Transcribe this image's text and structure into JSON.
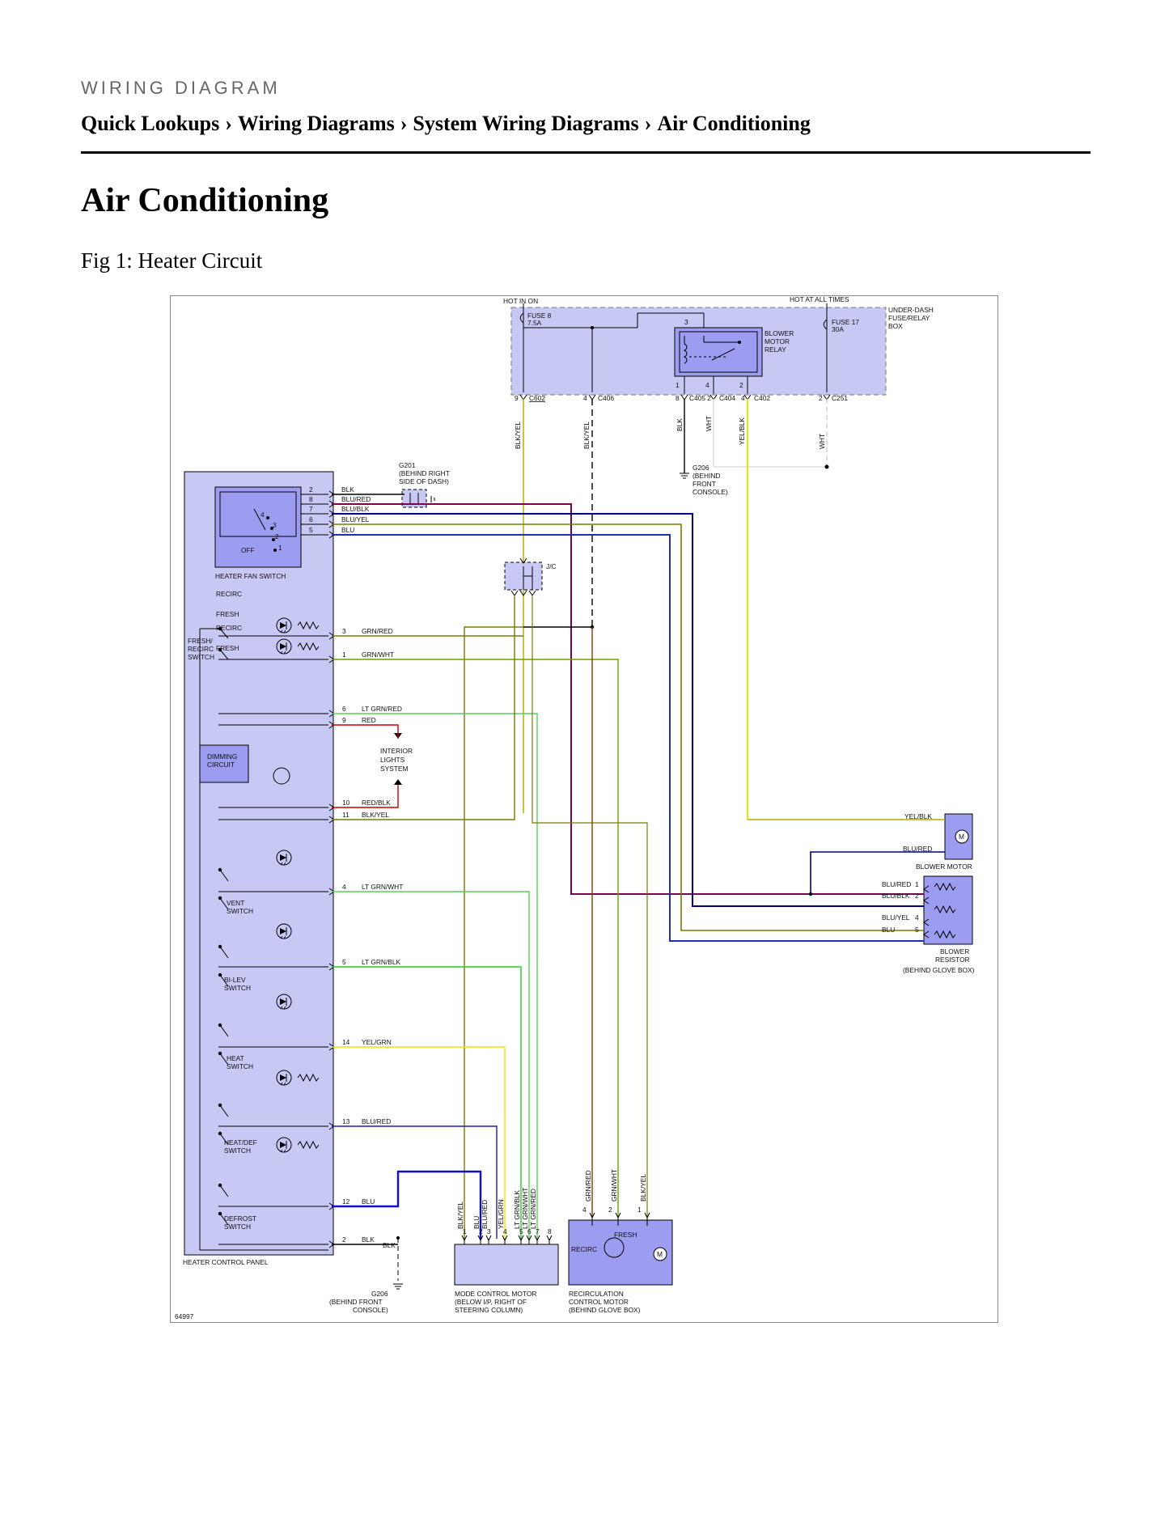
{
  "header": {
    "eyebrow": "WIRING DIAGRAM",
    "breadcrumb": [
      "Quick Lookups",
      "Wiring Diagrams",
      "System Wiring Diagrams",
      "Air Conditioning"
    ],
    "separator": "›"
  },
  "page": {
    "title": "Air Conditioning",
    "figure_caption": "Fig 1: Heater Circuit"
  },
  "diagram": {
    "figure_id": "64997",
    "fuse_box": {
      "hot_in_on": "HOT IN ON",
      "hot_at_all_times": "HOT AT ALL TIMES",
      "name": [
        "UNDER-DASH",
        "FUSE/RELAY",
        "BOX"
      ],
      "fuse8": [
        "FUSE 8",
        "7.5A"
      ],
      "fuse17": [
        "FUSE 17",
        "30A"
      ],
      "relay": [
        "BLOWER",
        "MOTOR",
        "RELAY"
      ],
      "relay_pins": [
        "3",
        "1",
        "4",
        "2"
      ],
      "connectors": [
        {
          "pin": "9",
          "name": "C602"
        },
        {
          "pin": "4",
          "name": "C406"
        },
        {
          "pin": "8",
          "name": "C405"
        },
        {
          "pin": "2",
          "name": "C404"
        },
        {
          "pin": "4",
          "name": "C402"
        },
        {
          "pin": "2",
          "name": "C251"
        }
      ],
      "wire_labels": [
        "BLK/YEL",
        "BLK/YEL",
        "BLK",
        "WHT",
        "YEL/BLK",
        "WHT"
      ]
    },
    "grounds": {
      "g201": [
        "G201",
        "(BEHIND RIGHT",
        "SIDE OF DASH)"
      ],
      "g206_top": [
        "G206",
        "(BEHIND",
        "FRONT",
        "CONSOLE)"
      ],
      "g206_bottom": [
        "G206",
        "(BEHIND FRONT",
        "CONSOLE)"
      ]
    },
    "junction": "J/C",
    "heater_fan_switch": {
      "name": "HEATER FAN SWITCH",
      "positions": [
        "4",
        "3",
        "2",
        "1",
        "OFF"
      ],
      "pins": [
        {
          "pin": "2",
          "wire": "BLK"
        },
        {
          "pin": "8",
          "wire": "BLU/RED"
        },
        {
          "pin": "7",
          "wire": "BLU/BLK"
        },
        {
          "pin": "6",
          "wire": "BLU/YEL"
        },
        {
          "pin": "5",
          "wire": "BLU"
        }
      ]
    },
    "control_panel": {
      "name": "HEATER CONTROL PANEL",
      "fresh_recirc": [
        "FRESH/",
        "RECIRC",
        "SWITCH"
      ],
      "switch_labels": [
        "RECIRC",
        "FRESH",
        "RECIRC",
        "FRESH"
      ],
      "dimming": [
        "DIMMING",
        "CIRCUIT"
      ],
      "vent": [
        "VENT",
        "SWITCH"
      ],
      "bilev": [
        "BI-LEV",
        "SWITCH"
      ],
      "heat": [
        "HEAT",
        "SWITCH"
      ],
      "heatdef": [
        "HEAT/DEF",
        "SWITCH"
      ],
      "defrost": [
        "DEFROST",
        "SWITCH"
      ],
      "pins": [
        {
          "pin": "3",
          "wire": "GRN/RED"
        },
        {
          "pin": "1",
          "wire": "GRN/WHT"
        },
        {
          "pin": "6",
          "wire": "LT GRN/RED"
        },
        {
          "pin": "9",
          "wire": "RED"
        },
        {
          "pin": "10",
          "wire": "RED/BLK"
        },
        {
          "pin": "11",
          "wire": "BLK/YEL"
        },
        {
          "pin": "4",
          "wire": "LT GRN/WHT"
        },
        {
          "pin": "5",
          "wire": "LT GRN/BLK"
        },
        {
          "pin": "14",
          "wire": "YEL/GRN"
        },
        {
          "pin": "13",
          "wire": "BLU/RED"
        },
        {
          "pin": "12",
          "wire": "BLU"
        },
        {
          "pin": "2",
          "wire": "BLK"
        }
      ],
      "bottom_wire": "BLK"
    },
    "interior_lights": [
      "INTERIOR",
      "LIGHTS",
      "SYSTEM"
    ],
    "blower_motor": {
      "name": "BLOWER MOTOR",
      "wires": [
        "YEL/BLK",
        "BLU/RED"
      ],
      "symbol": "M"
    },
    "blower_resistor": {
      "name": [
        "BLOWER",
        "RESISTOR"
      ],
      "location": "(BEHIND GLOVE BOX)",
      "pins": [
        {
          "wire": "BLU/RED",
          "pin": "1"
        },
        {
          "wire": "BLU/BLK",
          "pin": "2"
        },
        {
          "wire": "BLU/YEL",
          "pin": "4"
        },
        {
          "wire": "BLU",
          "pin": "5"
        }
      ]
    },
    "mode_motor": {
      "name": [
        "MODE CONTROL MOTOR",
        "(BELOW I/P, RIGHT OF",
        "STEERING COLUMN)"
      ],
      "wires": [
        "BLK/YEL",
        "BLU",
        "BLU/RED",
        "YEL/GRN",
        "LT GRN/BLK",
        "LT GRN/WHT",
        "LT GRN/RED",
        ""
      ],
      "pins": [
        "1",
        "2",
        "3",
        "4",
        "5",
        "6",
        "7",
        "8"
      ]
    },
    "recirc_motor": {
      "name": [
        "RECIRCULATION",
        "CONTROL MOTOR",
        "(BEHIND GLOVE BOX)"
      ],
      "wires": [
        "GRN/RED",
        "GRN/WHT",
        "BLK/YEL"
      ],
      "pins": [
        "4",
        "2",
        "1"
      ],
      "positions": [
        "FRESH",
        "RECIRC"
      ],
      "symbol": "M"
    }
  }
}
